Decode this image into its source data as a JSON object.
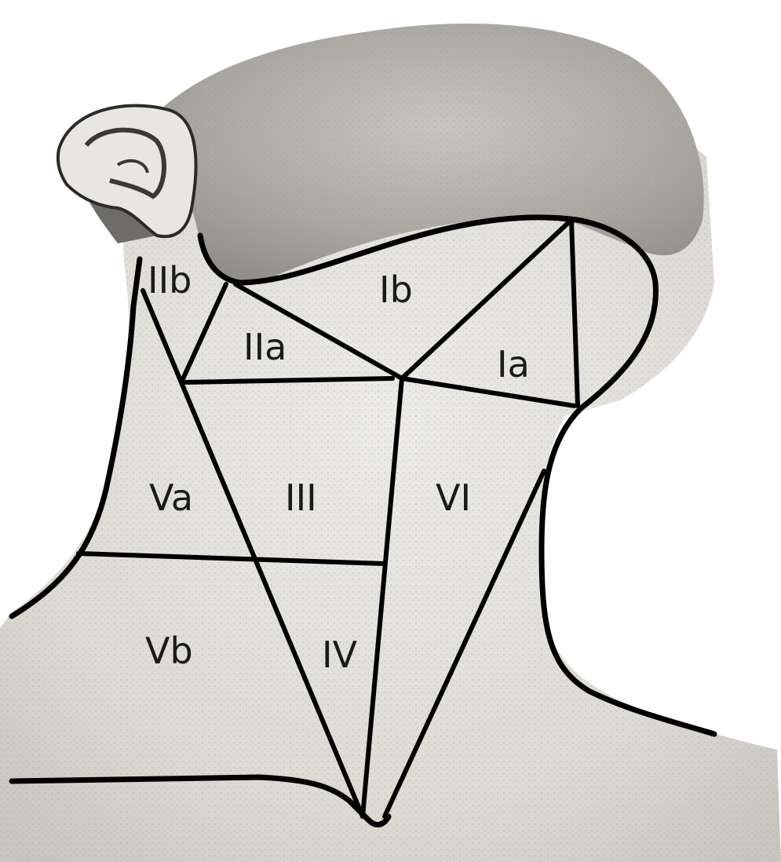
{
  "figure": {
    "levels": [
      {
        "id": "IIb",
        "label": "IIb"
      },
      {
        "id": "Ib",
        "label": "Ib"
      },
      {
        "id": "IIa",
        "label": "IIa"
      },
      {
        "id": "Ia",
        "label": "Ia"
      },
      {
        "id": "Va",
        "label": "Va"
      },
      {
        "id": "III",
        "label": "III"
      },
      {
        "id": "VI",
        "label": "VI"
      },
      {
        "id": "Vb",
        "label": "Vb"
      },
      {
        "id": "IV",
        "label": "IV"
      }
    ]
  }
}
